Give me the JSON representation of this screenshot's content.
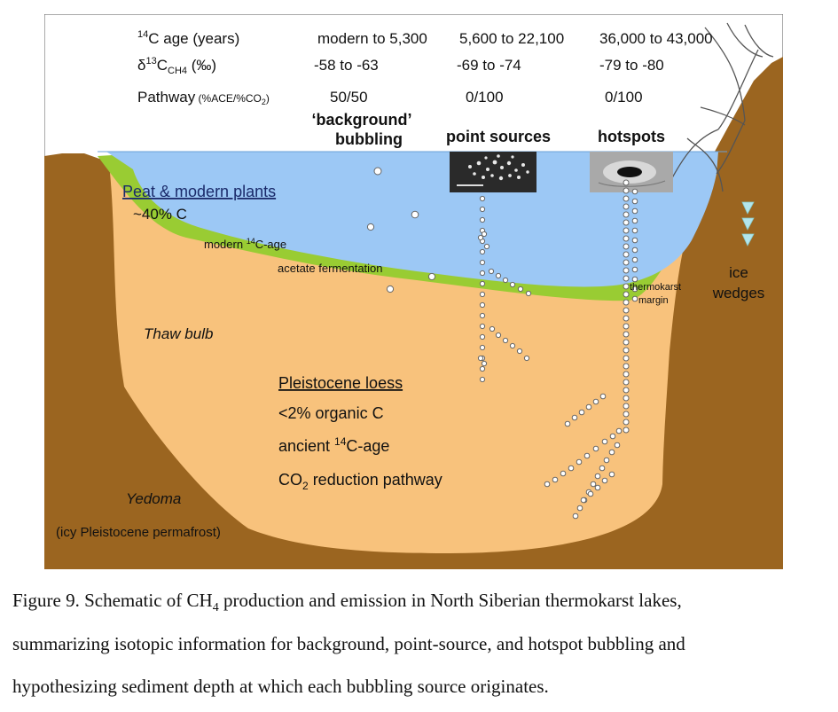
{
  "header": {
    "rows": [
      {
        "label": "C age (years)",
        "label_sup": "14",
        "cols": [
          "modern to 5,300",
          "5,600 to 22,100",
          "36,000 to 43,000"
        ]
      },
      {
        "label_prefix": "δ",
        "label_sup": "13",
        "label_main": "C",
        "label_sub": "CH4",
        "label_suffix": " (‰)",
        "cols": [
          "-58 to -63",
          "-69 to -74",
          "-79 to -80"
        ]
      },
      {
        "label": "Pathway",
        "label_small": " (%ACE/%CO",
        "label_small_sub": "2",
        "label_small_end": ")",
        "cols": [
          "50/50",
          "0/100",
          "0/100"
        ]
      }
    ]
  },
  "sources": {
    "background": [
      "‘background’",
      "bubbling"
    ],
    "point": "point sources",
    "hotspot": "hotspots"
  },
  "labels": {
    "peat": "Peat & modern plants",
    "peat_pct": "~40% C",
    "modern_age_pre": "modern ",
    "modern_age_sup": "14",
    "modern_age_post": "C-age",
    "acetate": "acetate fermentation",
    "margin": [
      "thermokarst",
      "margin"
    ],
    "ice": [
      "ice",
      "wedges"
    ],
    "thaw": "Thaw bulb",
    "loess_title": "Pleistocene loess",
    "loess_1": "<2% organic C",
    "loess_2_pre": "ancient ",
    "loess_2_sup": "14",
    "loess_2_post": "C-age",
    "loess_3_pre": "CO",
    "loess_3_sub": "2",
    "loess_3_post": " reduction pathway",
    "yedoma": "Yedoma",
    "yedoma_sub": "(icy Pleistocene permafrost)"
  },
  "colors": {
    "water": "#9cc8f5",
    "peat": "#99cc33",
    "loess": "#f8c27c",
    "yedoma": "#9b6520",
    "bubble_stroke": "#666666",
    "ice": "#b3e5ec"
  },
  "caption": {
    "line1": "Figure 9.  Schematic of CH",
    "line1_sub": "4",
    "line1_end": " production and emission in North Siberian thermokarst lakes,",
    "line2": "summarizing isotopic information for background, point-source, and hotspot bubbling and",
    "line3": "hypothesizing sediment depth at which each bubbling source originates."
  }
}
